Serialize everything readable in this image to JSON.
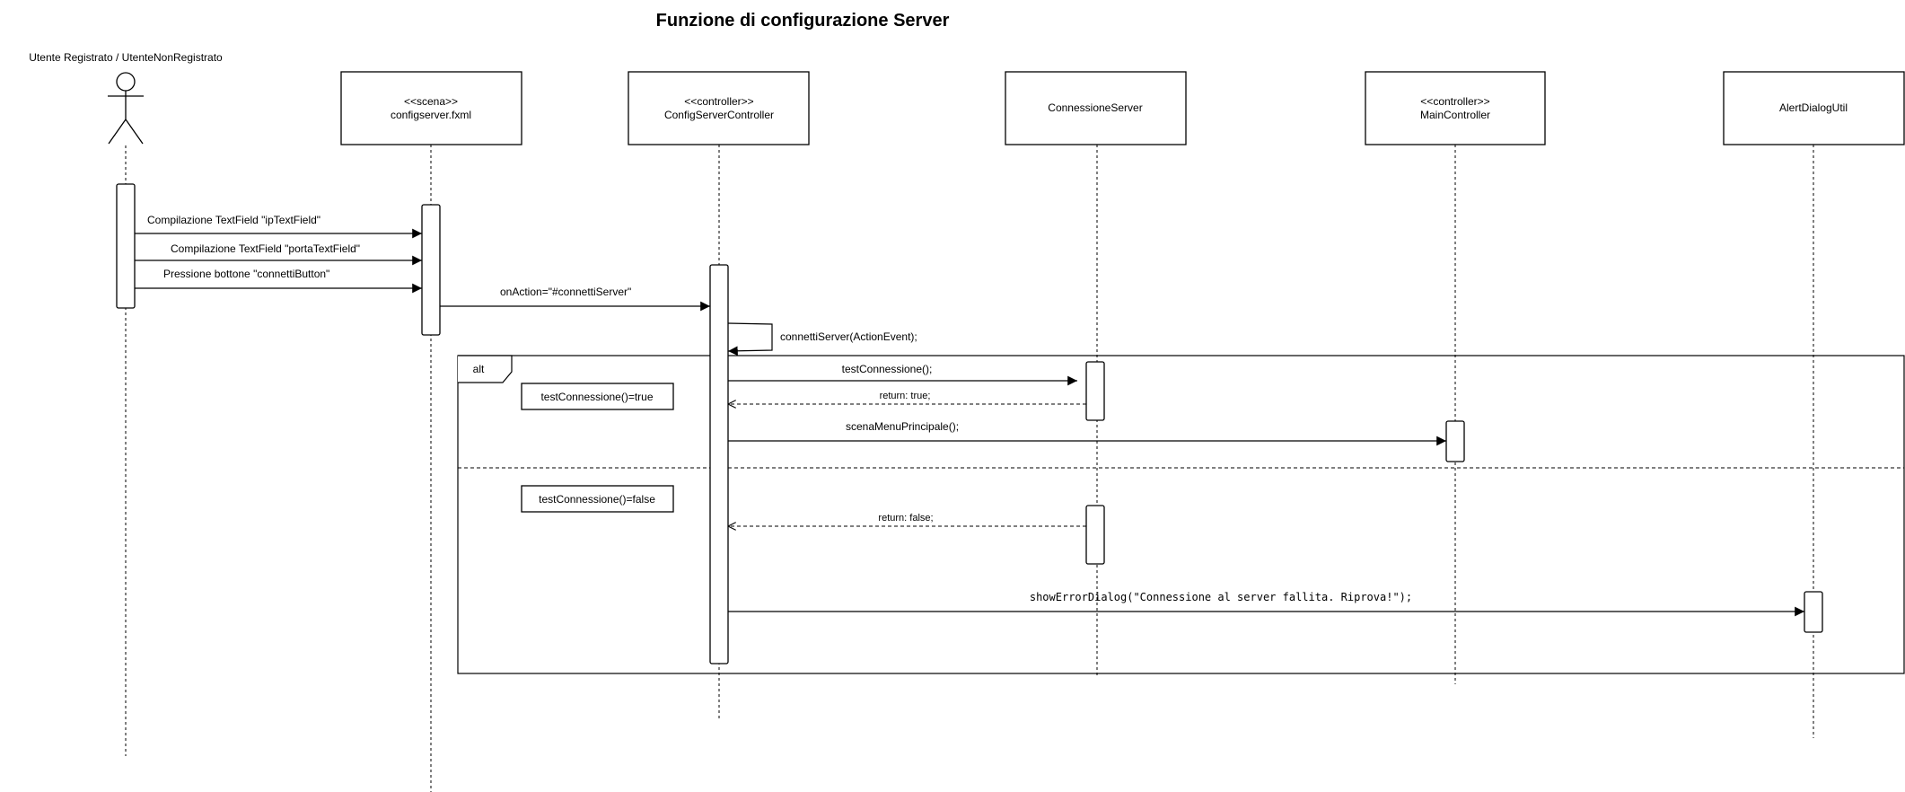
{
  "title": "Funzione di configurazione Server",
  "actor": {
    "label": "Utente Registrato / UtenteNonRegistrato"
  },
  "participants": [
    {
      "id": "p1",
      "stereotype": "<<scena>>",
      "name": "configserver.fxml"
    },
    {
      "id": "p2",
      "stereotype": "<<controller>>",
      "name": "ConfigServerController"
    },
    {
      "id": "p3",
      "stereotype": "",
      "name": "ConnessioneServer"
    },
    {
      "id": "p4",
      "stereotype": "<<controller>>",
      "name": "MainController"
    },
    {
      "id": "p5",
      "stereotype": "",
      "name": "AlertDialogUtil"
    }
  ],
  "messages": {
    "m1": "Compilazione TextField \"ipTextField\"",
    "m2": "Compilazione TextField \"portaTextField\"",
    "m3": "Pressione bottone \"connettiButton\"",
    "m4": "onAction=\"#connettiServer\"",
    "m5": "connettiServer(ActionEvent);",
    "m6": "testConnessione();",
    "m7": "return: true;",
    "m8": "scenaMenuPrincipale();",
    "m9": "return: false;",
    "m10": "showErrorDialog(\"Connessione al server fallita. Riprova!\");"
  },
  "alt_frame": {
    "keyword": "alt",
    "guard_true": "testConnessione()=true",
    "guard_false": "testConnessione()=false"
  }
}
